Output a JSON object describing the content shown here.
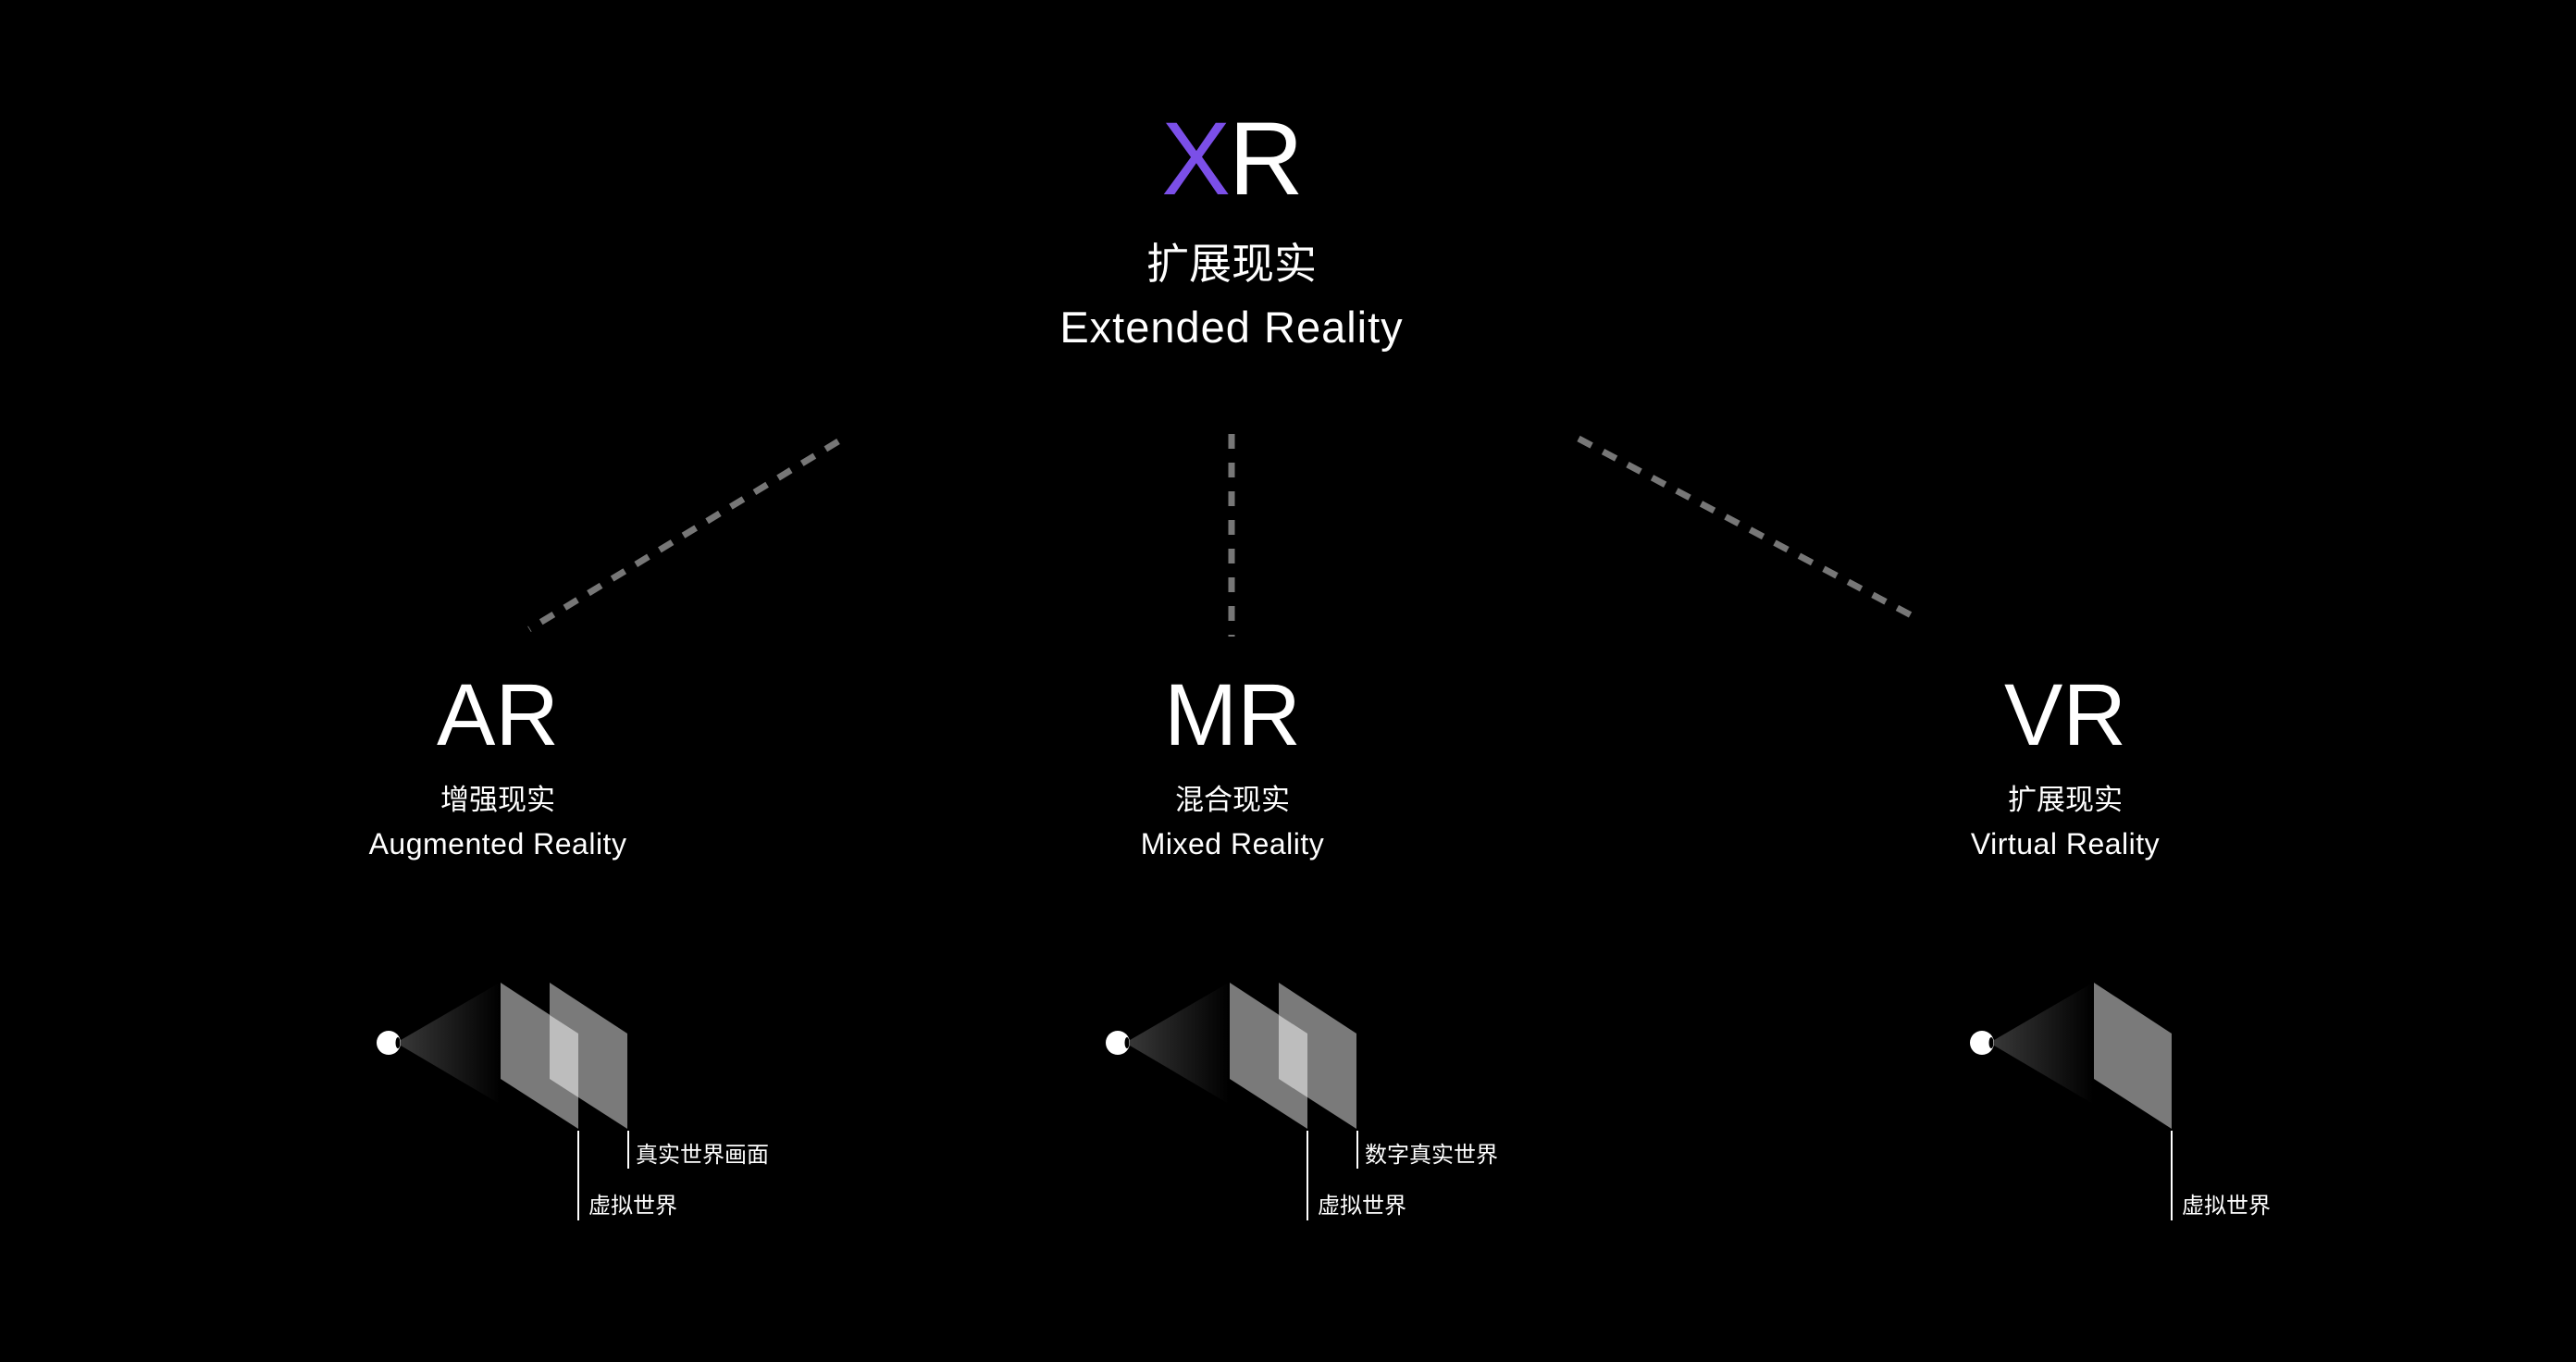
{
  "header": {
    "abbr_first": "X",
    "abbr_rest": "R",
    "title_zh": "扩展现实",
    "title_en": "Extended Reality",
    "accent_color": "#7B4FE8"
  },
  "connector_color": "#777777",
  "branches": [
    {
      "id": "ar",
      "abbr": "AR",
      "title_zh": "增强现实",
      "title_en": "Augmented Reality",
      "diagram": {
        "planes": 2,
        "labels": [
          "虚拟世界",
          "真实世界画面"
        ]
      }
    },
    {
      "id": "mr",
      "abbr": "MR",
      "title_zh": "混合现实",
      "title_en": "Mixed Reality",
      "diagram": {
        "planes": 2,
        "labels": [
          "虚拟世界",
          "数字真实世界"
        ]
      }
    },
    {
      "id": "vr",
      "abbr": "VR",
      "title_zh": "扩展现实",
      "title_en": "Virtual Reality",
      "diagram": {
        "planes": 1,
        "labels": [
          "虚拟世界"
        ]
      }
    }
  ],
  "icons": {
    "viewer": "eye-icon"
  }
}
